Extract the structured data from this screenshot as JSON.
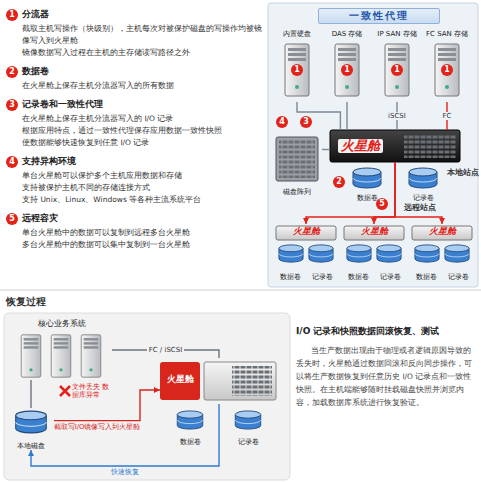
{
  "diagram": {
    "nodes": [
      {
        "text": [
          "一致性代理"
        ]
      },
      {
        "text": [
          "内置硬盘"
        ]
      },
      {
        "text": [
          "DAS 存储"
        ]
      },
      {
        "text": [
          "IP SAN 存储"
        ]
      },
      {
        "text": [
          "FC SAN 存储"
        ]
      },
      {
        "text": [
          "磁盘阵列"
        ]
      },
      {
        "text": [
          "火星舱"
        ]
      },
      {
        "text": [
          "数据卷"
        ]
      },
      {
        "text": [
          "记录卷"
        ]
      },
      {
        "text": [
          "火星舱",
          "数据卷",
          "记录卷"
        ]
      },
      {
        "text": [
          "火星舱",
          "数据卷",
          "记录卷"
        ]
      },
      {
        "text": [
          "火星舱",
          "数据卷",
          "记录卷"
        ]
      },
      {
        "text": [
          "核心业务系统"
        ]
      },
      {
        "text": [
          "本地磁盘"
        ]
      },
      {
        "text": [
          "火星舱"
        ]
      },
      {
        "text": [
          "数据卷"
        ]
      },
      {
        "text": [
          "记录卷"
        ]
      }
    ],
    "edges": [
      {
        "from": 1,
        "to": 6,
        "arrow": "none"
      },
      {
        "from": 2,
        "to": 6,
        "arrow": "none"
      },
      {
        "from": 3,
        "to": 6,
        "label": "iSCSI",
        "arrow": "none"
      },
      {
        "from": 4,
        "to": 6,
        "label": "FC",
        "arrow": "none"
      },
      {
        "from": 5,
        "to": 6,
        "arrow": "none"
      },
      {
        "from": 6,
        "to": 9,
        "arrow": "to"
      },
      {
        "from": 6,
        "to": 10,
        "arrow": "to"
      },
      {
        "from": 6,
        "to": 11,
        "arrow": "to"
      },
      {
        "from": 12,
        "to": 14,
        "label": "FC / iSCSI",
        "arrow": "none"
      },
      {
        "from": 12,
        "to": 13,
        "arrow": "none"
      },
      {
        "from": 13,
        "to": 14,
        "label": "截取写I/O镜像写入到火星舱",
        "arrow": "to"
      },
      {
        "from": 14,
        "to": 13,
        "label": "快速恢复",
        "arrow": "to"
      }
    ],
    "labels": [
      "1",
      "分流器",
      "截取主机写操作（块级别），主机每次对被保护磁盘的写操作均被镜像写入到火星舱",
      "镜像数据写入过程在主机的主存储读写路径之外",
      "2",
      "数据卷",
      "在火星舱上保存主机分流器写入的所有数据",
      "3",
      "记录卷和一致性代理",
      "在火星舱上保存主机分流器写入的 I/O 记录",
      "根据应用特点，通过一致性代理保存应用数据一致性快照",
      "使数据能够快速恢复到任意 I/O 记录",
      "4",
      "支持异构环境",
      "单台火星舱可以保护多个主机应用数据和存储",
      "支持被保护主机不同的存储连接方式",
      "支持 Unix、Linux、Windows 等各种主流系统平台",
      "5",
      "远程容灾",
      "单台火星舱中的数据可以复制到远程多台火星舱",
      "多台火星舱中的数据可以集中复制到一台火星舱",
      "1",
      "1",
      "1",
      "1",
      "4",
      "3",
      "2",
      "5",
      "本地站点",
      "远程站点",
      "恢复过程",
      "文件丢失 数据库异常",
      "I/O 记录和快照数据回滚恢复、测试",
      "当生产数据出现由于物理或者逻辑原因导致的丢失时，火星舱通过数据回滚和反向同步操作，可以将生产数据恢复到任意历史 I/O 记录点和一致性快照。在主机端能够随时挂载磁盘快照并浏览内容，加载数据库系统进行恢复验证。"
    ]
  }
}
